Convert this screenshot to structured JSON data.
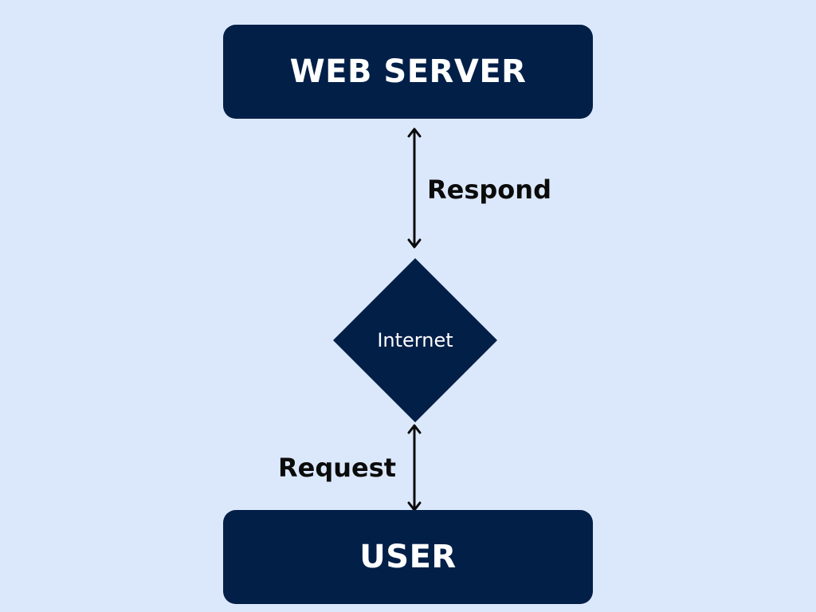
{
  "diagram": {
    "server_label": "WEB SERVER",
    "user_label": "USER",
    "internet_label": "Internet",
    "respond_label": "Respond",
    "request_label": "Request"
  },
  "colors": {
    "background": "#dbe8fb",
    "node_fill": "#021f48",
    "node_text": "#ffffff",
    "arrow": "#0b0b0b"
  }
}
